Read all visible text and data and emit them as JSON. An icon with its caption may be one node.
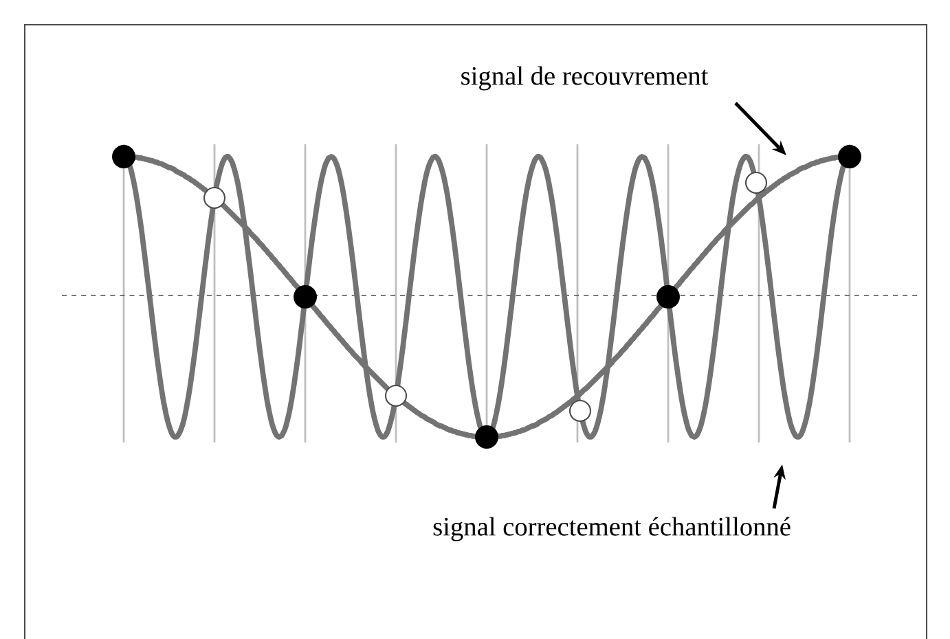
{
  "diagram": {
    "nodes": [
      {
        "text": [
          "signal de recouvrement"
        ]
      },
      {
        "text": [
          "signal correctement échantillonné"
        ]
      }
    ],
    "edges": [
      {
        "from": 0,
        "to": null,
        "arrow": "to"
      },
      {
        "from": 1,
        "to": null,
        "arrow": "to"
      }
    ]
  }
}
